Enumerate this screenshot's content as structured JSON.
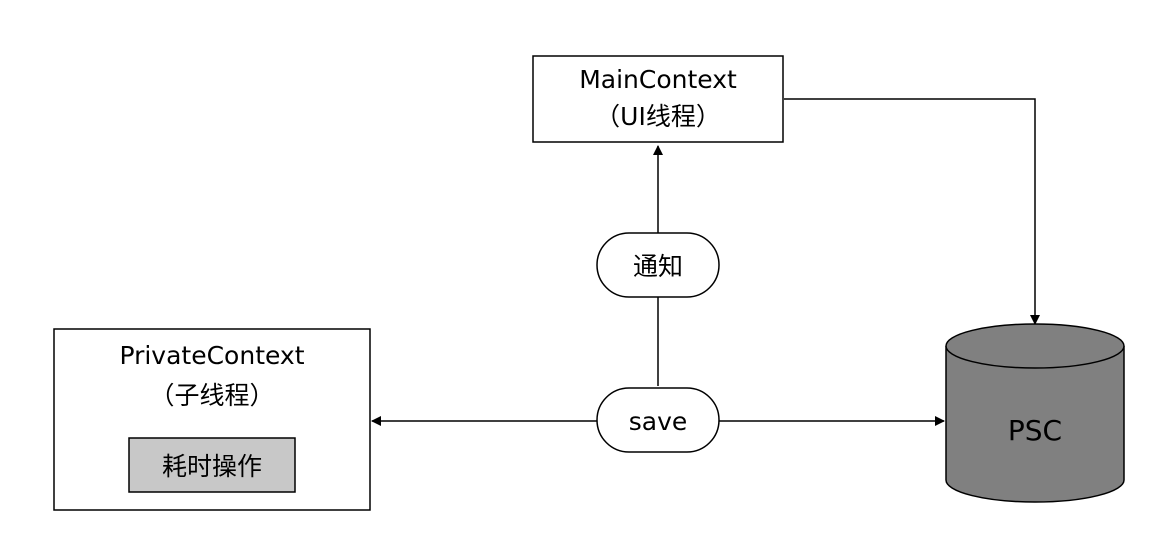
{
  "main_context": {
    "title": "MainContext",
    "subtitle": "（UI线程）"
  },
  "private_context": {
    "title": "PrivateContext",
    "subtitle": "（子线程）",
    "task_label": "耗时操作"
  },
  "notify_label": "通知",
  "save_label": "save",
  "store_label": "PSC",
  "colors": {
    "line": "#000000",
    "task_fill": "#c8c8c8",
    "store_fill": "#808080",
    "background": "#ffffff"
  }
}
